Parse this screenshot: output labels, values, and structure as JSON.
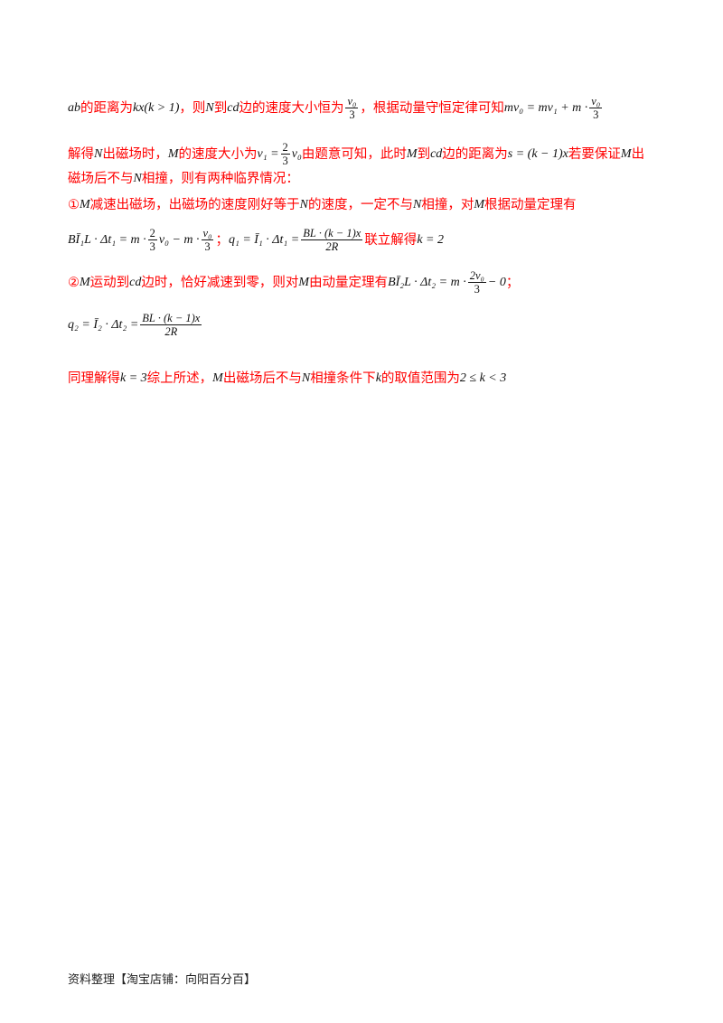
{
  "line1": {
    "m_ab": "ab",
    "t1": "的距离为",
    "m_kx": "kx(k > 1)",
    "t2": "，则",
    "m_N": "N",
    "t3": "到",
    "m_cd": "cd",
    "t4": "边的速度大小恒为",
    "frac_num": "v₀",
    "frac_den": "3",
    "t5": "，根据动量守恒定律可知",
    "m_eq": "mv₀ = mv₁ + m ·",
    "eq_frac_num": "v₀",
    "eq_frac_den": "3"
  },
  "line2": {
    "t1": "解得",
    "m_N": "N",
    "t2": "出磁场时，",
    "m_M": "M",
    "t3": "的速度大小为",
    "m_v1": "v₁ =",
    "frac_num": "2",
    "frac_den": "3",
    "m_v0": "v₀",
    "t4": "由题意可知，此时",
    "m_M2": "M",
    "t5": "到",
    "m_cd": "cd",
    "t6": "边的距离为",
    "m_s": "s = (k − 1)x",
    "t7": "若要保证",
    "m_M3": "M",
    "t8": "出"
  },
  "line3": {
    "t1": "磁场后不与",
    "m_N": "N",
    "t2": "相撞，则有两种临界情况："
  },
  "line4": {
    "t1": "①",
    "m_M": "M",
    "t2": "减速出磁场，出磁场的速度刚好等于",
    "m_N": "N",
    "t3": "的速度，一定不与",
    "m_N2": "N",
    "t4": "相撞，对",
    "m_M2": "M",
    "t5": "根据动量定理有"
  },
  "line5": {
    "m_a": "BĪ₁L · Δt₁ = m ·",
    "f1_num": "2",
    "f1_den": "3",
    "m_b": "v₀ − m ·",
    "f2_num": "v₀",
    "f2_den": "3",
    "t1": "；",
    "m_c": "q₁ = Ī₁ · Δt₁ =",
    "f3_num": "BL · (k − 1)x",
    "f3_den": "2R",
    "t2": "联立解得",
    "m_k": "k = 2"
  },
  "line6": {
    "t1": "②",
    "m_M": "M",
    "t2": "运动到",
    "m_cd": "cd",
    "t3": "边时，恰好减速到零，则对",
    "m_M2": "M",
    "t4": "由动量定理有",
    "m_a": "BĪ₂L · Δt₂ = m ·",
    "f_num": "2v₀",
    "f_den": "3",
    "m_b": "− 0",
    "t5": "；"
  },
  "line7": {
    "m_a": "q₂ = Ī₂ · Δt₂ =",
    "f_num": "BL · (k − 1)x",
    "f_den": "2R"
  },
  "line8": {
    "t1": "同理解得",
    "m_k": "k = 3",
    "t2": "综上所述，",
    "m_M": "M",
    "t3": "出磁场后不与",
    "m_N": "N",
    "t4": "相撞条件下",
    "m_k2": "k",
    "t5": "的取值范围为",
    "m_range": "2 ≤ k < 3"
  },
  "footer": "资料整理【淘宝店铺：向阳百分百】"
}
